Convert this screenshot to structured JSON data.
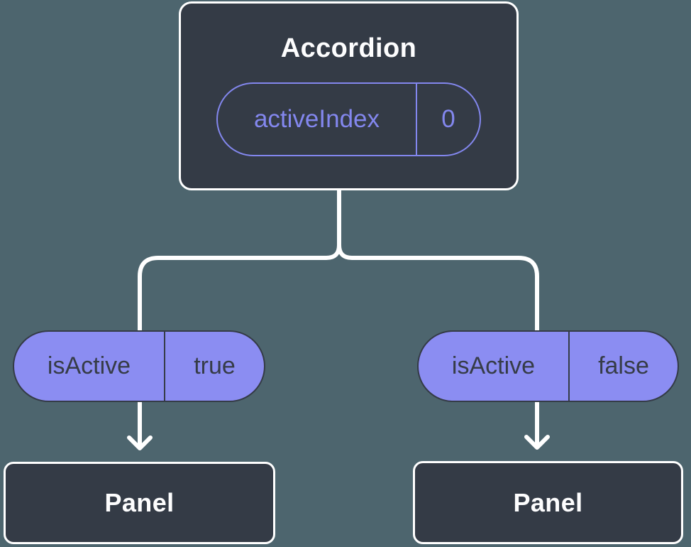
{
  "diagram": {
    "root": {
      "title": "Accordion",
      "prop_name": "activeIndex",
      "prop_value": "0"
    },
    "branches": [
      {
        "state_name": "isActive",
        "state_value": "true",
        "child_title": "Panel"
      },
      {
        "state_name": "isActive",
        "state_value": "false",
        "child_title": "Panel"
      }
    ]
  },
  "colors": {
    "background": "#4d656e",
    "node_fill": "#343b46",
    "node_border": "#ffffff",
    "pill_fill": "#8b8df2",
    "pill_outline": "#8387ee",
    "connector": "#ffffff",
    "dark_text": "#363c47",
    "light_text": "#fdfdfe"
  }
}
